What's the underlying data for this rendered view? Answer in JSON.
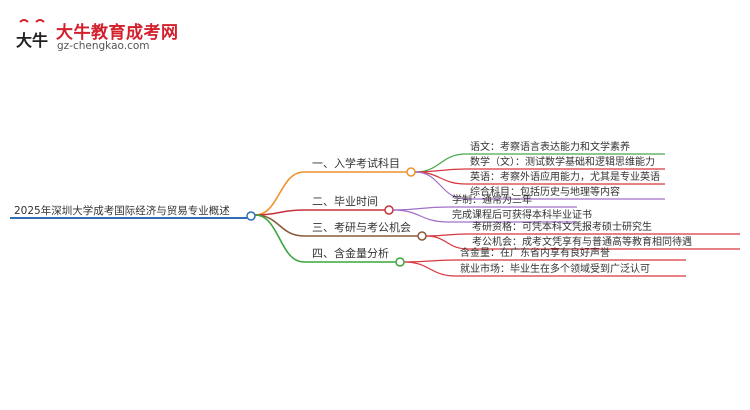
{
  "header": {
    "logo_mark": "大牛",
    "brand_title": "大牛教育成考网",
    "brand_url": "gz-chengkao.com"
  },
  "mindmap": {
    "root": "2025年深圳大学成考国际经济与贸易专业概述",
    "branches": [
      {
        "label": "一、入学考试科目",
        "color": "#f0922b",
        "children": [
          {
            "label": "语文：考察语言表达能力和文学素养",
            "color": "#4aa84b"
          },
          {
            "label": "数学（文）：测试数学基础和逻辑思维能力",
            "color": "#d9363e"
          },
          {
            "label": "英语：考察外语应用能力，尤其是专业英语",
            "color": "#d9363e"
          },
          {
            "label": "综合科目：包括历史与地理等内容",
            "color": "#a070c8"
          }
        ]
      },
      {
        "label": "二、毕业时间",
        "color": "#c8323c",
        "children": [
          {
            "label": "学制：通常为三年",
            "color": "#a070c8"
          },
          {
            "label": "完成课程后可获得本科毕业证书",
            "color": "#a070c8"
          }
        ]
      },
      {
        "label": "三、考研与考公机会",
        "color": "#8a5a3a",
        "children": [
          {
            "label": "考研资格：可凭本科文凭报考硕士研究生",
            "color": "#d9363e"
          },
          {
            "label": "考公机会：成考文凭享有与普通高等教育相同待遇",
            "color": "#d9363e"
          }
        ]
      },
      {
        "label": "四、含金量分析",
        "color": "#3aa63e",
        "children": [
          {
            "label": "含金量：在广东省内享有良好声誉",
            "color": "#d9363e"
          },
          {
            "label": "就业市场：毕业生在多个领域受到广泛认可",
            "color": "#d9363e"
          }
        ]
      }
    ]
  }
}
